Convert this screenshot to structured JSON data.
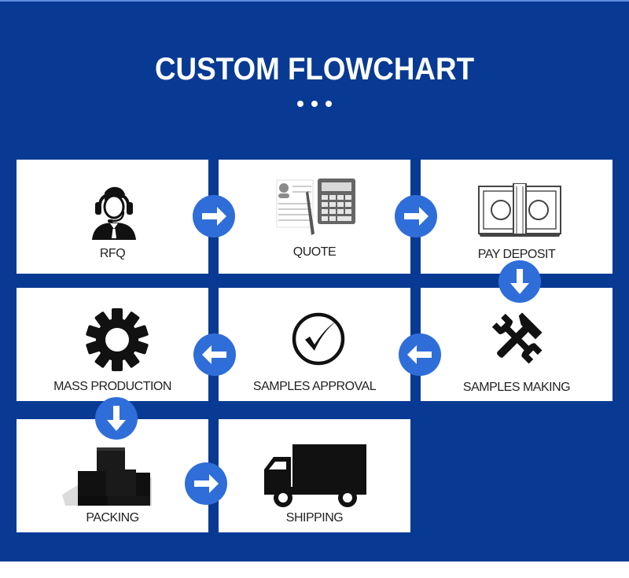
{
  "title": "CUSTOM FLOWCHART",
  "colors": {
    "background": "#083a93",
    "card": "#ffffff",
    "arrow": "#2f6ed9",
    "text": "#222222"
  },
  "steps": [
    {
      "label": "RFQ",
      "icon": "customer-service-agent-icon"
    },
    {
      "label": "QUOTE",
      "icon": "calculator-document-icon"
    },
    {
      "label": "PAY DEPOSIT",
      "icon": "banknote-icon"
    },
    {
      "label": "SAMPLES MAKING",
      "icon": "hammer-wrench-icon"
    },
    {
      "label": "SAMPLES APPROVAL",
      "icon": "checkmark-circle-icon"
    },
    {
      "label": "MASS PRODUCTION",
      "icon": "gear-icon"
    },
    {
      "label": "PACKING",
      "icon": "stacked-boxes-icon"
    },
    {
      "label": "SHIPPING",
      "icon": "delivery-truck-icon"
    }
  ],
  "arrows": [
    {
      "from": "RFQ",
      "to": "QUOTE",
      "direction": "right"
    },
    {
      "from": "QUOTE",
      "to": "PAY DEPOSIT",
      "direction": "right"
    },
    {
      "from": "PAY DEPOSIT",
      "to": "SAMPLES MAKING",
      "direction": "down"
    },
    {
      "from": "SAMPLES MAKING",
      "to": "SAMPLES APPROVAL",
      "direction": "left"
    },
    {
      "from": "SAMPLES APPROVAL",
      "to": "MASS PRODUCTION",
      "direction": "left"
    },
    {
      "from": "MASS PRODUCTION",
      "to": "PACKING",
      "direction": "down"
    },
    {
      "from": "PACKING",
      "to": "SHIPPING",
      "direction": "right"
    }
  ]
}
